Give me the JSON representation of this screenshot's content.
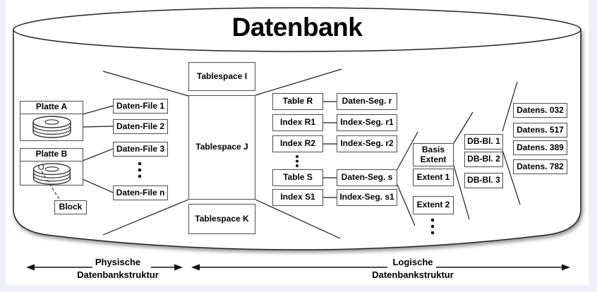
{
  "title": "Datenbank",
  "colors": {
    "background": "#ffffff",
    "margin_tint": "#edf0f5",
    "line": "#1c1c1c",
    "box_border": "#4d4d4d",
    "text": "#000000"
  },
  "physical": {
    "disk_a_label": "Platte A",
    "disk_b_label": "Platte B",
    "block_label": "Block",
    "files": [
      "Daten-File 1",
      "Daten-File 2",
      "Daten-File 3",
      "Daten-File n"
    ]
  },
  "tablespaces": {
    "i": "Tablespace I",
    "j": "Tablespace J",
    "k": "Tablespace K"
  },
  "segments": {
    "rows": [
      {
        "object": "Table R",
        "segment": "Daten-Seg. r"
      },
      {
        "object": "Index R1",
        "segment": "Index-Seg. r1"
      },
      {
        "object": "Index R2",
        "segment": "Index-Seg. r2"
      },
      {
        "object": "Table S",
        "segment": "Daten-Seg. s"
      },
      {
        "object": "Index S1",
        "segment": "Index-Seg. s1"
      }
    ]
  },
  "extents": {
    "basis_line1": "Basis",
    "basis_line2": "Extent",
    "items": [
      "Extent 1",
      "Extent 2"
    ]
  },
  "db_blocks": [
    "DB-Bl. 1",
    "DB-Bl. 2",
    "DB-Bl. 3"
  ],
  "records": [
    "Datens. 032",
    "Datens. 517",
    "Datens. 389",
    "Datens. 782"
  ],
  "legend": {
    "physical_line1": "Physische",
    "physical_line2": "Datenbankstruktur",
    "logical_line1": "Logische",
    "logical_line2": "Datenbankstruktur"
  }
}
